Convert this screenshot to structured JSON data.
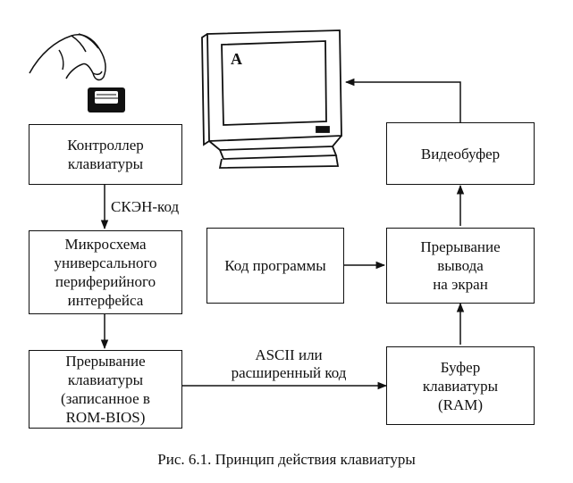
{
  "boxes": {
    "keyboard_controller": "Контроллер\nклавиатуры",
    "ppi_chip": "Микросхема\nуниверсального\nпериферийного\nинтерфейса",
    "keyboard_interrupt": "Прерывание\nклавиатуры\n(записанное в\nROM-BIOS)",
    "program_code": "Код программы",
    "video_buffer": "Видеобуфер",
    "screen_output_interrupt": "Прерывание\nвывода\nна экран",
    "keyboard_buffer": "Буфер\nклавиатуры\n(RAM)"
  },
  "edge_labels": {
    "scan_code": "СКЭН-код",
    "ascii_code": "ASCII или\nрасширенный код"
  },
  "monitor": {
    "screen_char": "A"
  },
  "caption": "Рис. 6.1. Принцип действия клавиатуры"
}
